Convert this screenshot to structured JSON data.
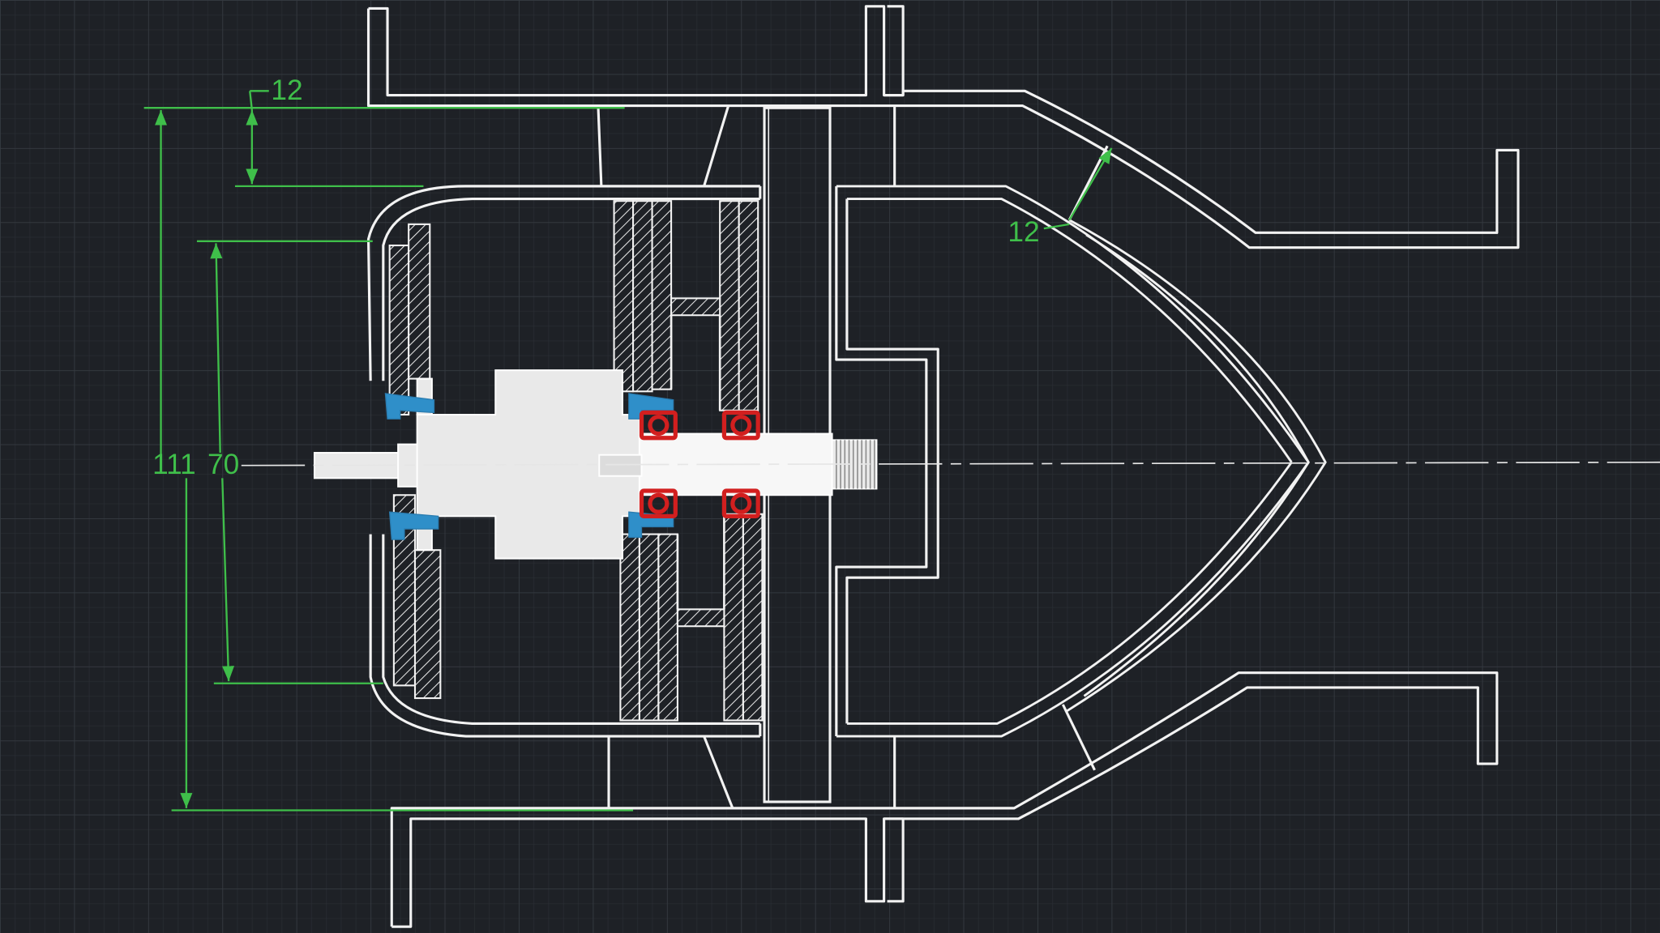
{
  "colors": {
    "background": "#1e2126",
    "grid_minor": "#2a2e34",
    "grid_major": "#353a41",
    "outline": "#f2f2f2",
    "dimension": "#3fbf4a",
    "bolt": "#2f8fc9",
    "bearing": "#d21f1f",
    "solid_fill": "#e9e9e9"
  },
  "dimensions": {
    "top_wall_thickness": "12",
    "nose_wall_thickness": "12",
    "outer_height": "111",
    "inner_height": "70"
  },
  "icons": {
    "bolt": "bolt-icon",
    "bearing": "bearing-icon"
  }
}
